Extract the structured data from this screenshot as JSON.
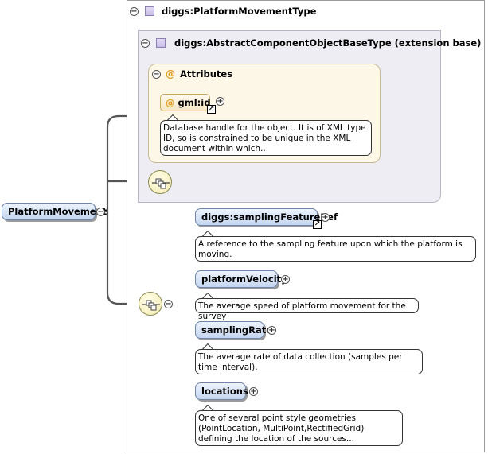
{
  "root_element": {
    "name": "PlatformMovement",
    "toggle": "−"
  },
  "type": {
    "name": "diggs:PlatformMovementType",
    "toggle": "−"
  },
  "extension": {
    "name": "diggs:AbstractComponentObjectBaseType (extension base)",
    "toggle": "−"
  },
  "attributes": {
    "title": "Attributes",
    "at_symbol": "@",
    "toggle": "−",
    "items": [
      {
        "name": "gml:id",
        "at_symbol": "@",
        "link_glyph": "↗",
        "expand": "+",
        "doc": "Database handle for the object. It is of XML type ID, so is constrained to be unique in the XML document within which..."
      }
    ]
  },
  "sequence": {
    "toggle": "−"
  },
  "children": [
    {
      "name": "diggs:samplingFeatureRef",
      "link_glyph": "↗",
      "expand": "+",
      "doc": "A reference to the sampling feature upon which the platform is moving."
    },
    {
      "name": "platformVelocity",
      "expand": "+",
      "doc": "The average speed of platform movement for the survey"
    },
    {
      "name": "samplingRate",
      "expand": "+",
      "doc": "The average rate of data collection (samples per time interval)."
    },
    {
      "name": "locations",
      "expand": "+",
      "doc": "One of several point style geometries (PointLocation, MultiPoint,RectifiedGrid) defining the location of the sources..."
    }
  ]
}
